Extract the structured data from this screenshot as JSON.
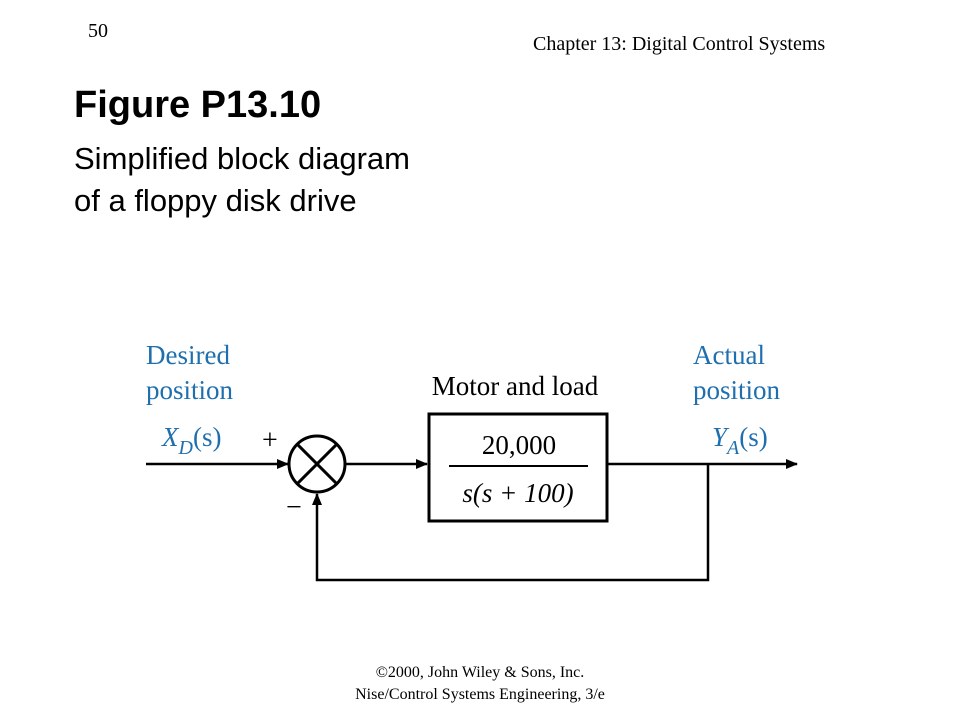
{
  "header": {
    "page_number": "50",
    "chapter": "Chapter 13: Digital Control Systems"
  },
  "figure": {
    "title": "Figure P13.10",
    "caption": "Simplified block diagram of a floppy disk drive"
  },
  "diagram": {
    "input_label_line1": "Desired",
    "input_label_line2": "position",
    "input_signal": {
      "main": "X",
      "sub": "D",
      "arg": "(s)"
    },
    "output_label_line1": "Actual",
    "output_label_line2": "position",
    "output_signal": {
      "main": "Y",
      "sub": "A",
      "arg": "(s)"
    },
    "plus_sign": "+",
    "minus_sign": "−",
    "block_title": "Motor and load",
    "block_numerator": "20,000",
    "block_denominator": "s(s + 100)",
    "label_color": "#1f6fae"
  },
  "footer": {
    "line1": "©2000, John Wiley & Sons, Inc.",
    "line2": "Nise/Control Systems Engineering, 3/e"
  }
}
